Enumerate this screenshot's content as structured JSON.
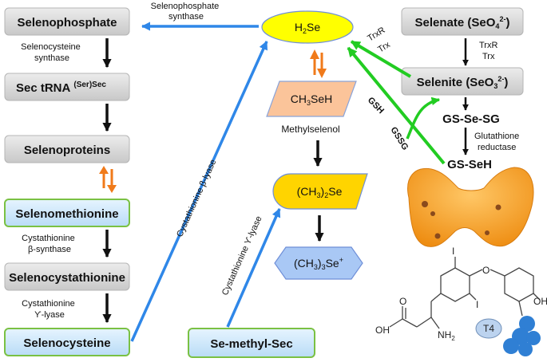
{
  "left_column": {
    "selenophosphate": "Selenophosphate",
    "selenocysteine_synthase": [
      "Selenocysteine",
      "synthase"
    ],
    "sec_trna": "Sec tRNA",
    "sec_trna_sup": "(Ser)Sec",
    "selenoproteins": "Selenoproteins",
    "selenomethionine": "Selenomethionine",
    "cystathionine_b_synthase": [
      "Cystathionine",
      "β-synthase"
    ],
    "selenocystathionine": "Selenocystathionine",
    "cystathionine_y_lyase": [
      "Cystathionine",
      "ϒ-lyase"
    ],
    "selenocysteine": "Selenocysteine"
  },
  "middle_column": {
    "selenophosphate_synthase": [
      "Selenophosphate",
      "synthase"
    ],
    "h2se": {
      "pre": "H",
      "sub": "2",
      "post": "Se"
    },
    "ch3seh": {
      "pre": "CH",
      "sub": "3",
      "post": "SeH"
    },
    "methylselenol": "Methylselenol",
    "dimethylselenide": {
      "pre": "(CH",
      "sub1": "3",
      "mid": ")",
      "sub2": "2",
      "post": "Se"
    },
    "trimethylselenonium": {
      "pre": "(CH",
      "sub1": "3",
      "mid": ")",
      "sub2": "3",
      "post": "Se",
      "sup": "+"
    },
    "cystathionine_b_lyase": "Cystathionine β-lyase",
    "cystathionine_y_lyase_diag": "Cystathionine ϒ-lyase",
    "se_methyl_sec": "Se-methyl-Sec"
  },
  "right_column": {
    "selenate": {
      "pre": "Selenate (SeO",
      "sub": "4",
      "sup": "2-",
      "post": ")"
    },
    "trxr": "TrxR",
    "trx": "Trx",
    "trxr2": "TrxR",
    "trx2": "Trx",
    "selenite": {
      "pre": "Selenite (SeO",
      "sub": "3",
      "sup": "2-",
      "post": ")"
    },
    "gsh": "GSH",
    "gssg": "GSSG",
    "gs_se_sg": "GS-Se-SG",
    "glutathione_reductase": [
      "Glutathione",
      "reductase"
    ],
    "gs_seh": "GS-SeH"
  },
  "thyroxine": {
    "iodine": "I",
    "oxygen": "O",
    "hydroxyl": "OH",
    "carboxyl_o": "O",
    "carboxyl_oh": "OH",
    "amine": "NH",
    "amine_sub": "2",
    "t4_label": "T4"
  },
  "colors": {
    "gray_box": "#d9d9d9",
    "blue_box": "#cfe8fb",
    "green_border": "#7ac143",
    "yellow": "#ffff00",
    "salmon": "#fbc49a",
    "blue_arrow": "#2f87e8",
    "green_arrow": "#22cc22",
    "orange": "#f07a1a",
    "thyroid": "#f7a233",
    "t4_blue": "#2f7fd4"
  }
}
